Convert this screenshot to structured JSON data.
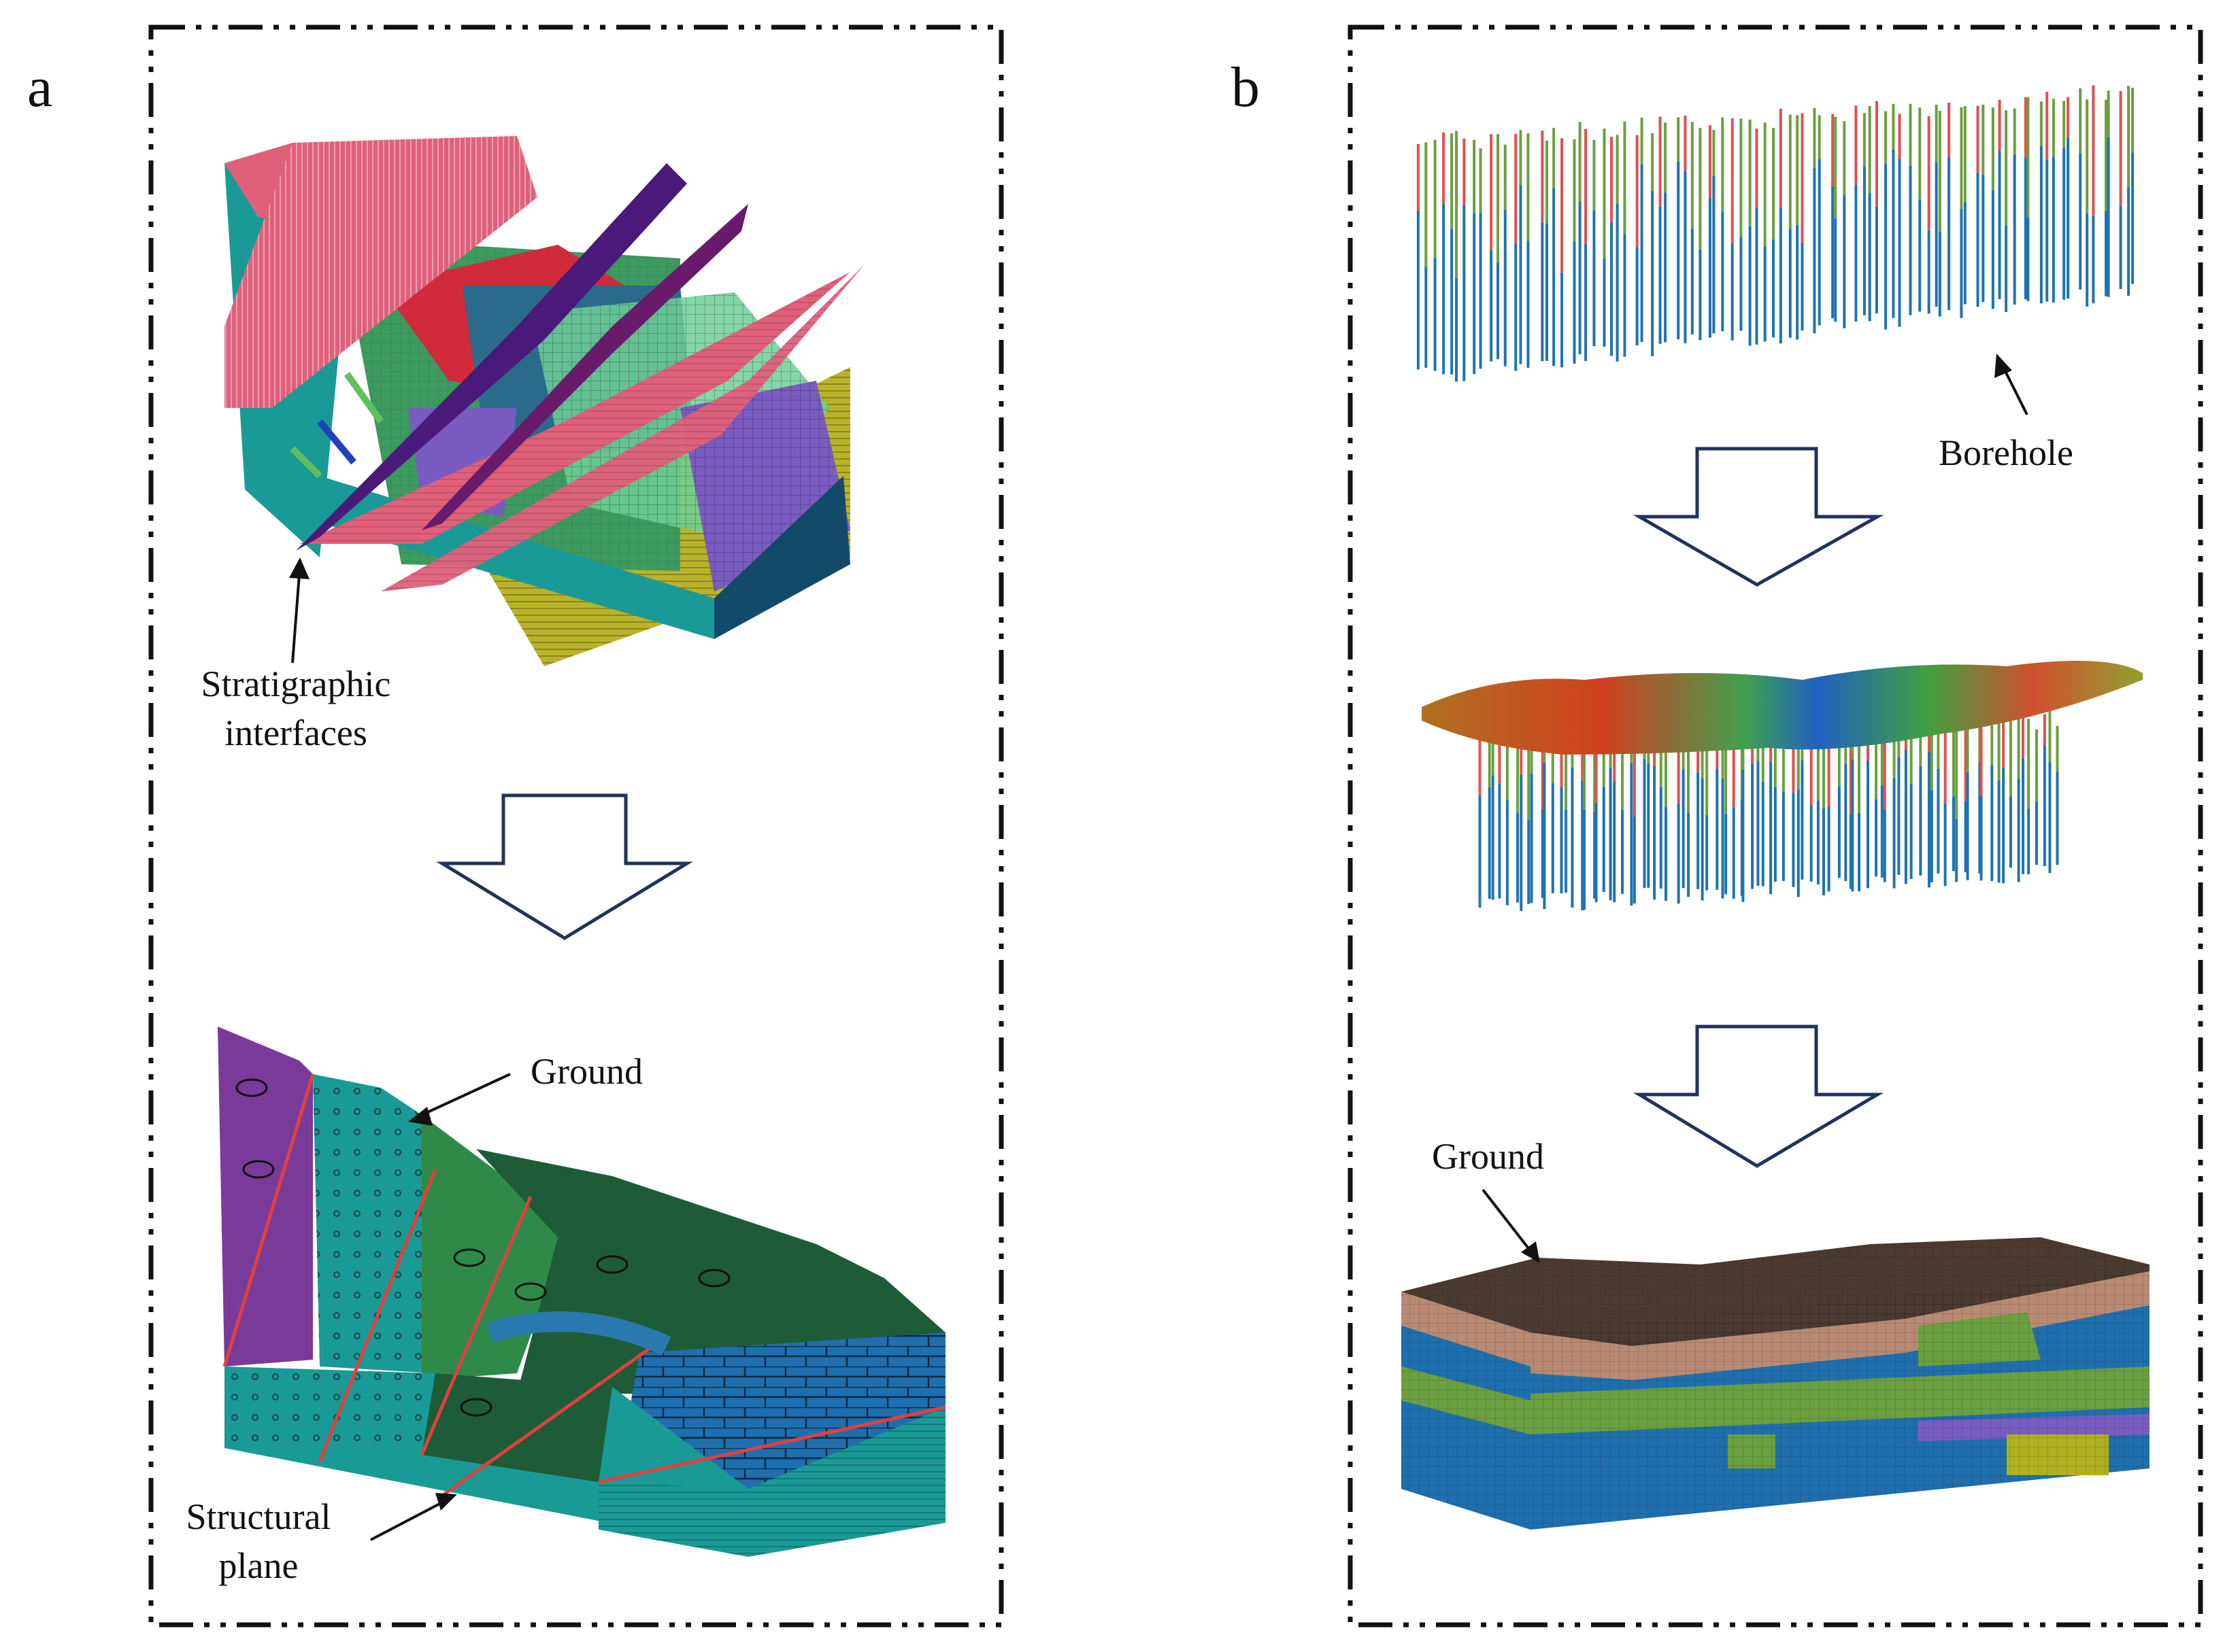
{
  "panels": [
    {
      "letter": "a",
      "labels": {
        "stratigraphic_line1": "Stratigraphic",
        "stratigraphic_line2": "interfaces",
        "ground": "Ground",
        "structural_line1": "Structural",
        "structural_line2": "plane"
      }
    },
    {
      "letter": "b",
      "labels": {
        "borehole": "Borehole",
        "ground": "Ground"
      }
    }
  ],
  "colors": {
    "frame": "#111111",
    "arrow_outline": "#22325a",
    "pink_surface": "#e0607a",
    "purple_surface": "#4a1a7a",
    "teal": "#1a9a96",
    "green": "#2f8a4a",
    "dark_green": "#1d5c36",
    "blue": "#1f6fae",
    "violet": "#7a5cc0",
    "olive": "#b0b020",
    "brown": "#b88a74",
    "dark_brown": "#4a3a30",
    "borehole_blue": "#1f73b0",
    "borehole_green": "#6aa040",
    "borehole_red": "#e05050"
  }
}
